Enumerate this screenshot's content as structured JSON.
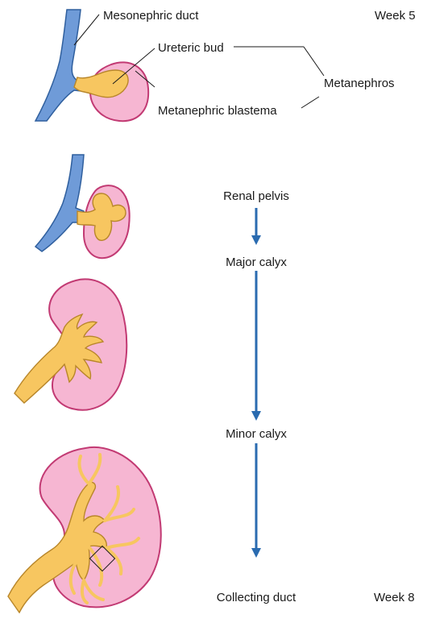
{
  "labels": {
    "mesonephric_duct": "Mesonephric duct",
    "ureteric_bud": "Ureteric bud",
    "metanephric_blastema": "Metanephric blastema",
    "metanephros": "Metanephros",
    "week_start": "Week 5",
    "week_end": "Week 8"
  },
  "sequence": [
    {
      "label": "Renal pelvis"
    },
    {
      "label": "Major calyx"
    },
    {
      "label": "Minor calyx"
    },
    {
      "label": "Collecting duct"
    }
  ],
  "colors": {
    "duct": "#6f9bd8",
    "bud": "#f7c660",
    "blastema": "#f6b6d2",
    "blastema_outline": "#c23a73",
    "arrow": "#2a6bb0"
  }
}
